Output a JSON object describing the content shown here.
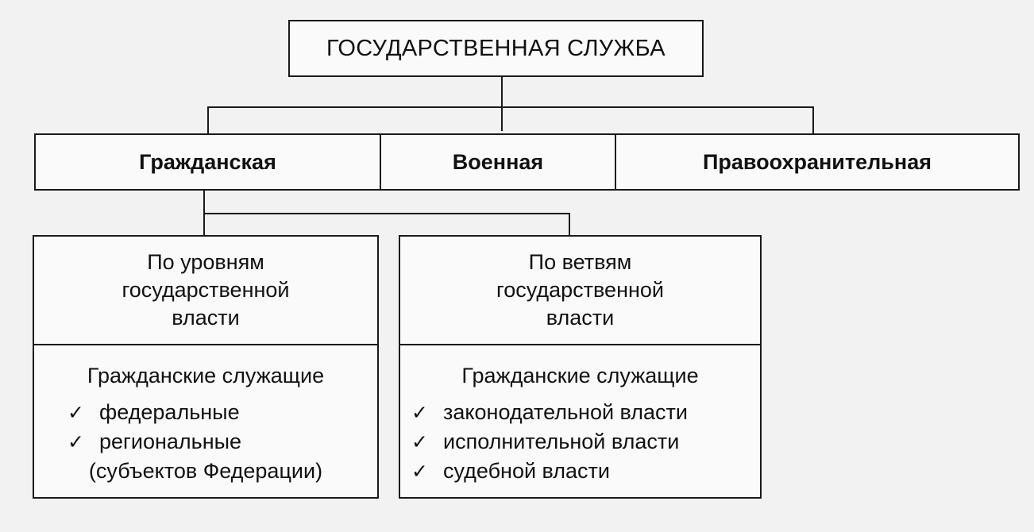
{
  "root": {
    "label": "ГОСУДАРСТВЕННАЯ СЛУЖБА"
  },
  "types": [
    {
      "label": "Гражданская"
    },
    {
      "label": "Военная"
    },
    {
      "label": "Правоохранительная"
    }
  ],
  "left": {
    "head": [
      "По уровням",
      "государственной",
      "власти"
    ],
    "subtitle": "Гражданские служащие",
    "items": [
      "федеральные",
      "региональные"
    ],
    "continuation": "(субъектов Федерации)"
  },
  "right": {
    "head": [
      "По ветвям",
      "государственной",
      "власти"
    ],
    "subtitle": "Гражданские служащие",
    "items": [
      "законодательной власти",
      "исполнительной власти",
      "судебной власти"
    ]
  },
  "check_mark": "✓"
}
